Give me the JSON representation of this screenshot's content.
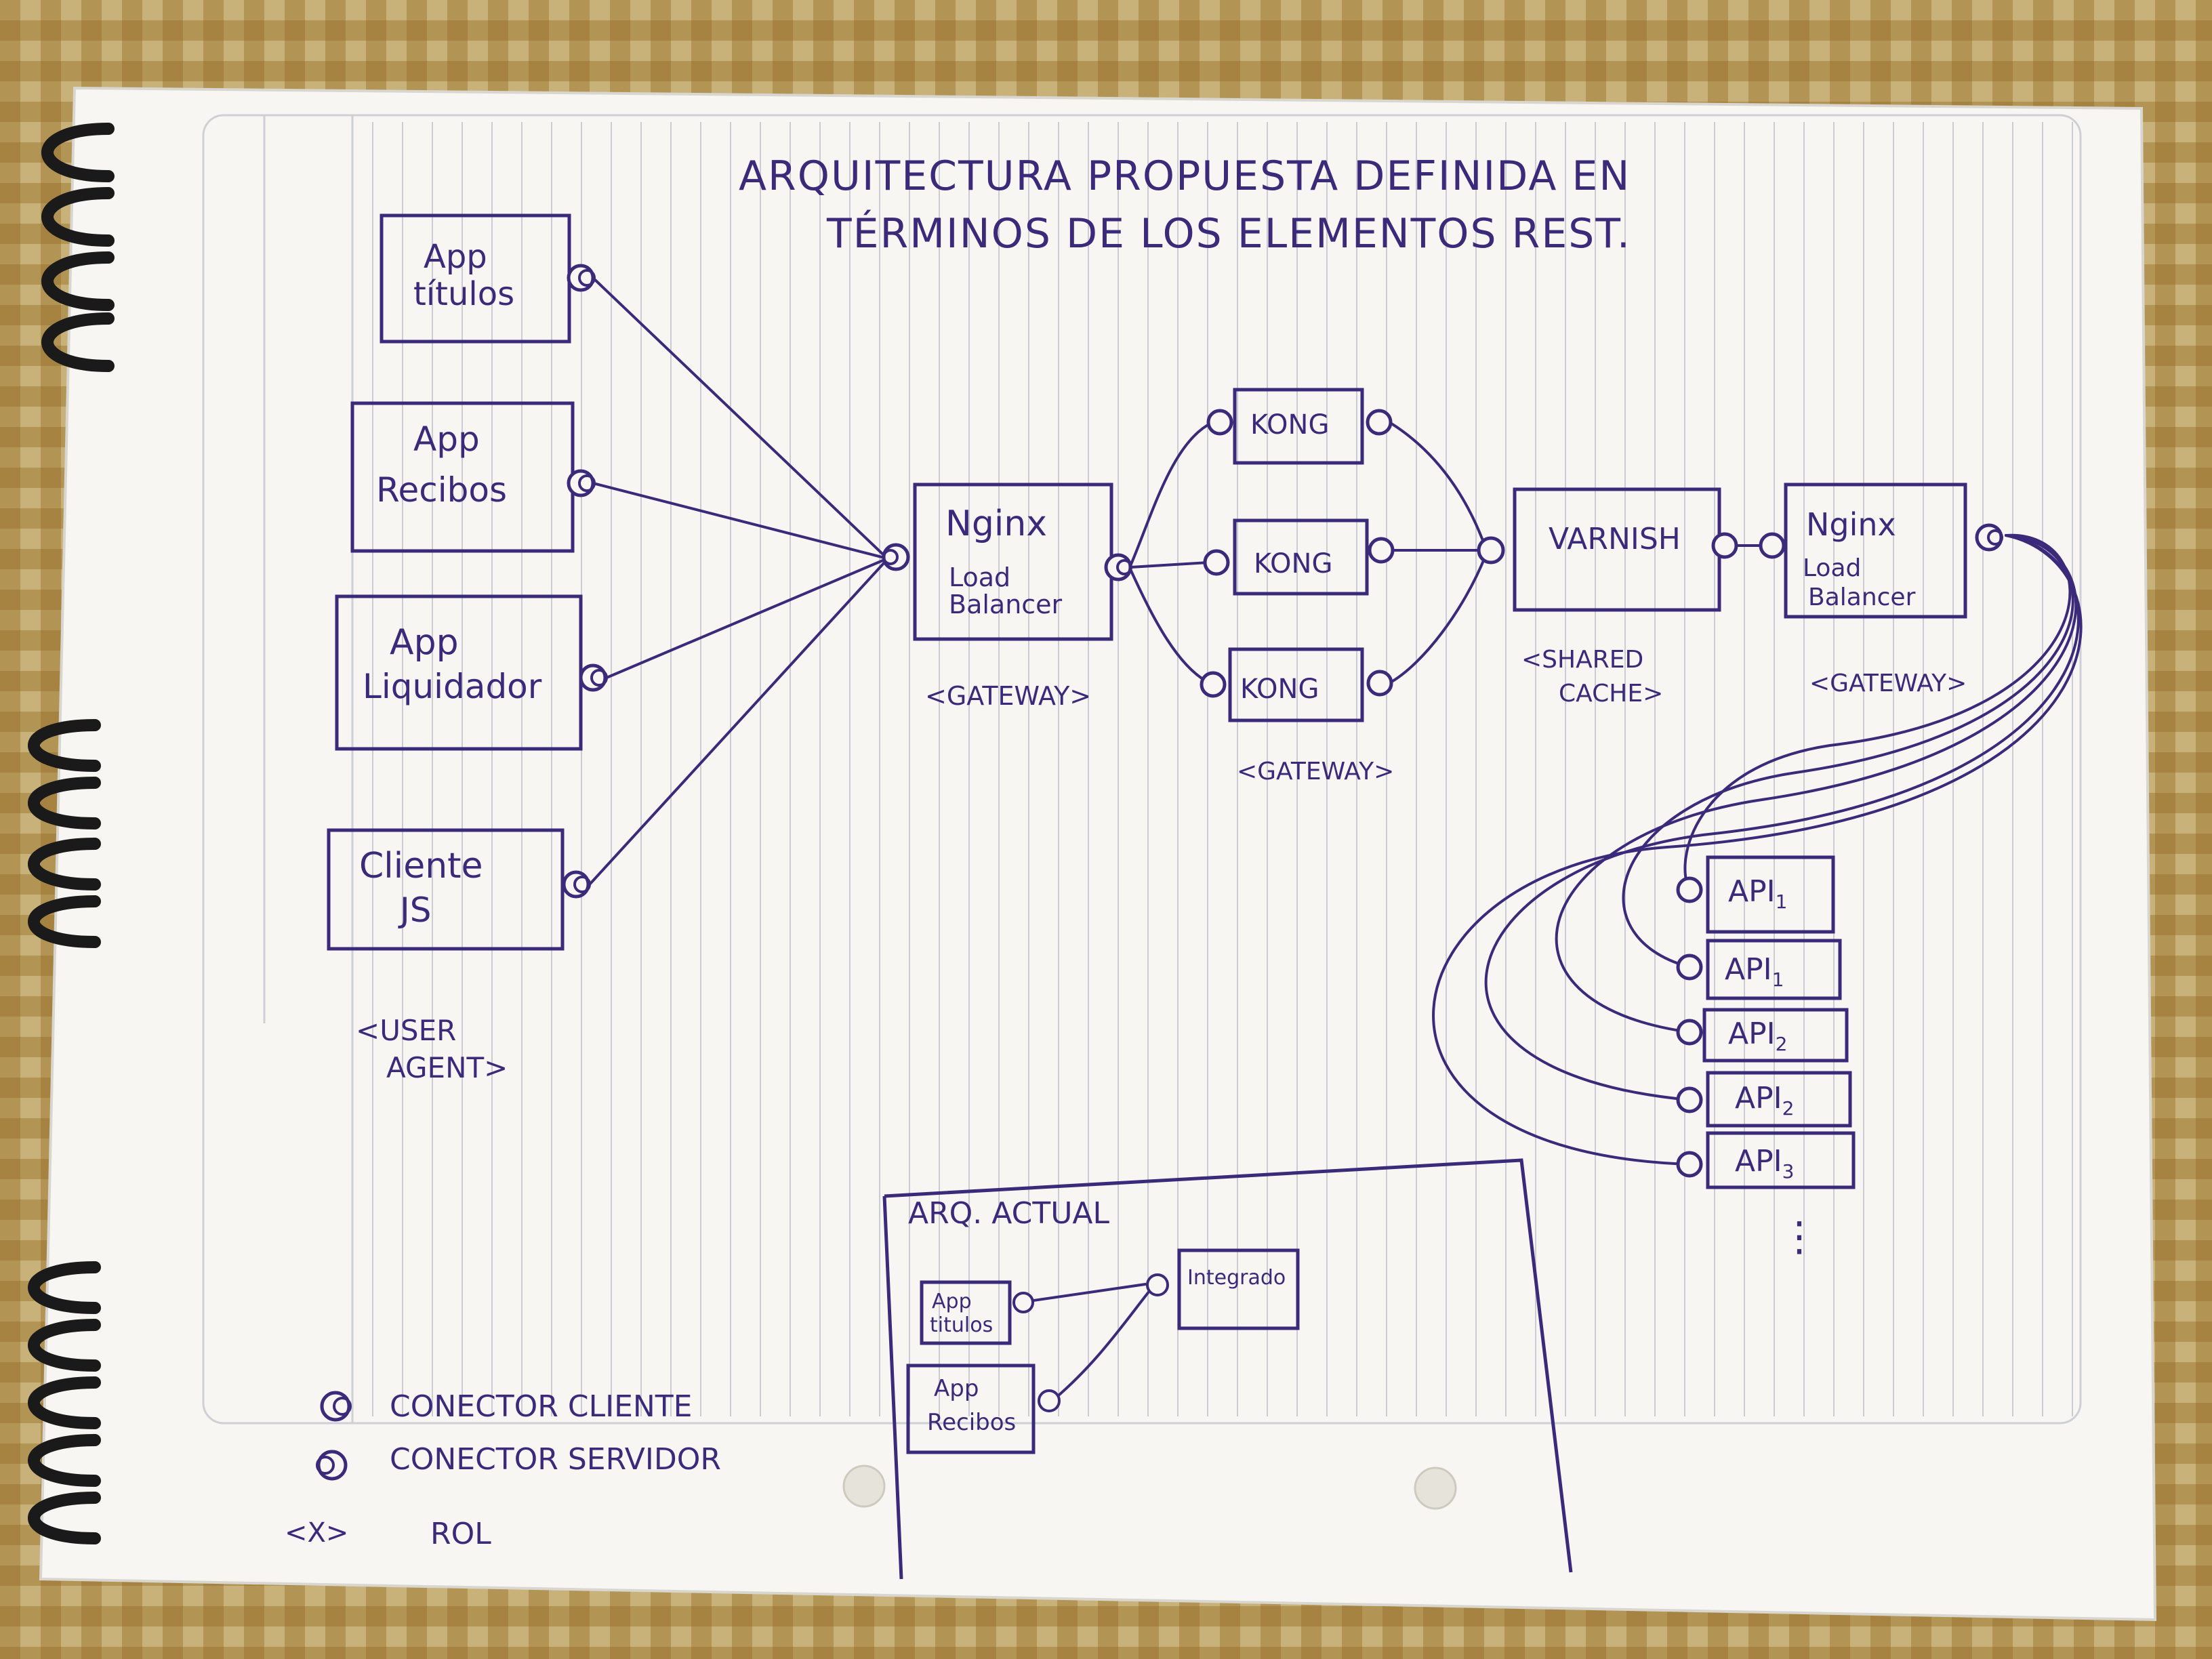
{
  "title": {
    "line1": "ARQUITECTURA PROPUESTA DEFINIDA EN",
    "line2": "TÉRMINOS DE LOS ELEMENTOS REST."
  },
  "user_agents": [
    {
      "line1": "App",
      "line2": "títulos"
    },
    {
      "line1": "App",
      "line2": "Recibos"
    },
    {
      "line1": "App",
      "line2": "Liquidador"
    },
    {
      "line1": "Cliente",
      "line2": "JS"
    }
  ],
  "user_agent_role": {
    "line1": "<USER",
    "line2": "AGENT>"
  },
  "nginx_1": {
    "line1": "Nginx",
    "line2": "Load",
    "line3": "Balancer",
    "role": "<GATEWAY>"
  },
  "kong": [
    {
      "label": "KONG"
    },
    {
      "label": "KONG"
    },
    {
      "label": "KONG"
    }
  ],
  "kong_role": "<GATEWAY>",
  "varnish": {
    "label": "VARNISH",
    "role_line1": "<SHARED",
    "role_line2": "CACHE>"
  },
  "nginx_2": {
    "line1": "Nginx",
    "line2": "Load",
    "line3": "Balancer",
    "role": "<GATEWAY>"
  },
  "apis": [
    {
      "name": "API",
      "sub": "1"
    },
    {
      "name": "API",
      "sub": "1"
    },
    {
      "name": "API",
      "sub": "2"
    },
    {
      "name": "API",
      "sub": "2"
    },
    {
      "name": "API",
      "sub": "3"
    }
  ],
  "apis_ellipsis": "⋮",
  "arq_actual": {
    "title": "ARQ. ACTUAL",
    "app_titulos": {
      "line1": "App",
      "line2": "titulos"
    },
    "app_recibos": {
      "line1": "App",
      "line2": "Recibos"
    },
    "integrador": "Integrado"
  },
  "legend": {
    "client": "CONECTOR CLIENTE",
    "server": "CONECTOR SERVIDOR",
    "role_symbol": "<X>",
    "role": "ROL"
  },
  "colors": {
    "ink": "#3b2a7a",
    "paper": "#f7f6f2",
    "rule": "#c9c9d2",
    "cloth": "#c9b27a"
  }
}
